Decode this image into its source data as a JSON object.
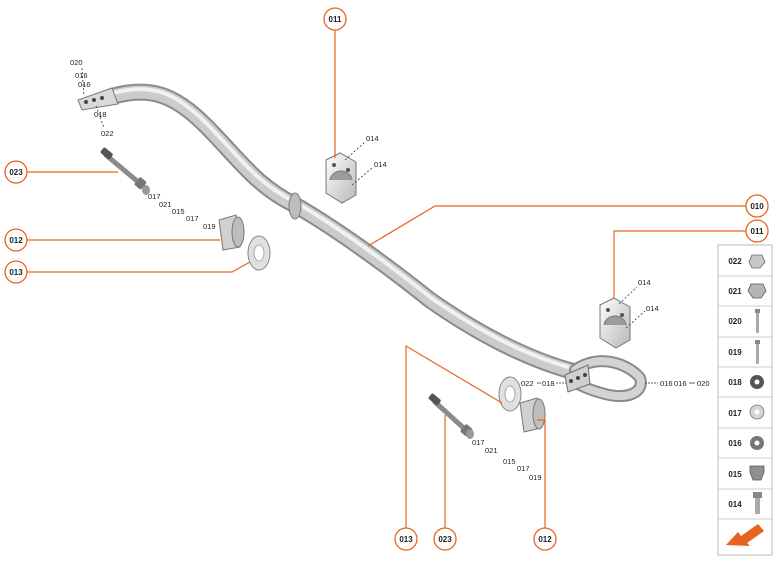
{
  "callouts": {
    "c010": "010",
    "c011_top": "011",
    "c011_right": "011",
    "c012_left": "012",
    "c012_bottom": "012",
    "c013_left": "013",
    "c013_bottom": "013",
    "c023_left": "023",
    "c023_bottom": "023"
  },
  "labels": {
    "top_left": [
      "020",
      "016",
      "016",
      "018",
      "022"
    ],
    "left_bolt": [
      "017",
      "021",
      "015",
      "017",
      "019"
    ],
    "bottom_bolt": [
      "017",
      "021",
      "015",
      "017",
      "019"
    ],
    "clamp_top": [
      "014",
      "014"
    ],
    "clamp_right": [
      "014",
      "014"
    ],
    "right_end": [
      "022",
      "018",
      "016",
      "016",
      "020"
    ]
  },
  "legend": [
    "022",
    "021",
    "020",
    "019",
    "018",
    "017",
    "016",
    "015",
    "014"
  ],
  "colors": {
    "accent": "#e8641e",
    "bar_light": "#ececec",
    "bar_mid": "#c9c9c9",
    "bar_dark": "#8e8e8e"
  }
}
